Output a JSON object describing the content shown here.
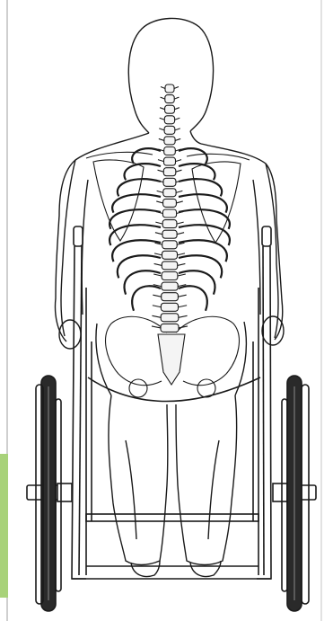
{
  "figure": {
    "subject": "posterior-view-seated-skeleton-wheelchair",
    "colors": {
      "background": "#ffffff",
      "line": "#1a1a1a",
      "paper_edge": "#cfcfcf",
      "green_tab": "#a8d27a",
      "tire": "#2a2a2a",
      "spine_fill": "#f4f4f4"
    },
    "vertebrae_count": 24,
    "rib_pairs": 10,
    "spoke_count": 0
  }
}
